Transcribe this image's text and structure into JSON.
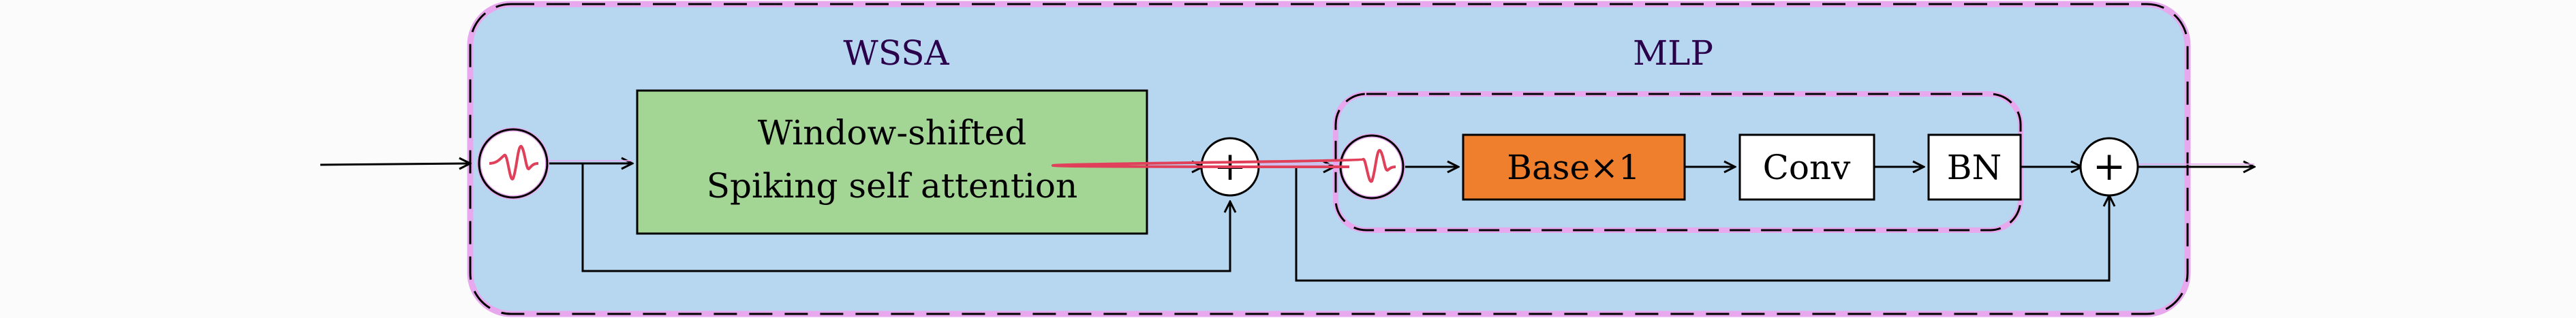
{
  "blocks": {
    "wssa": {
      "title": "WSSA",
      "attention_line1": "Window-shifted",
      "attention_line2": "Spiking self attention"
    },
    "mlp": {
      "title": "MLP",
      "base_label": "Base×1",
      "conv_label": "Conv",
      "bn_label": "BN"
    }
  },
  "operators": {
    "add_symbol": "+"
  },
  "icons": {
    "spike_neuron": "spike-neuron-icon"
  },
  "colors": {
    "outer_fill": "#b7d6f0",
    "attention_fill": "#a3d595",
    "base_fill": "#ef7f2c",
    "spike_wave": "#e0405a",
    "border_highlight": "#e8a8ee"
  }
}
